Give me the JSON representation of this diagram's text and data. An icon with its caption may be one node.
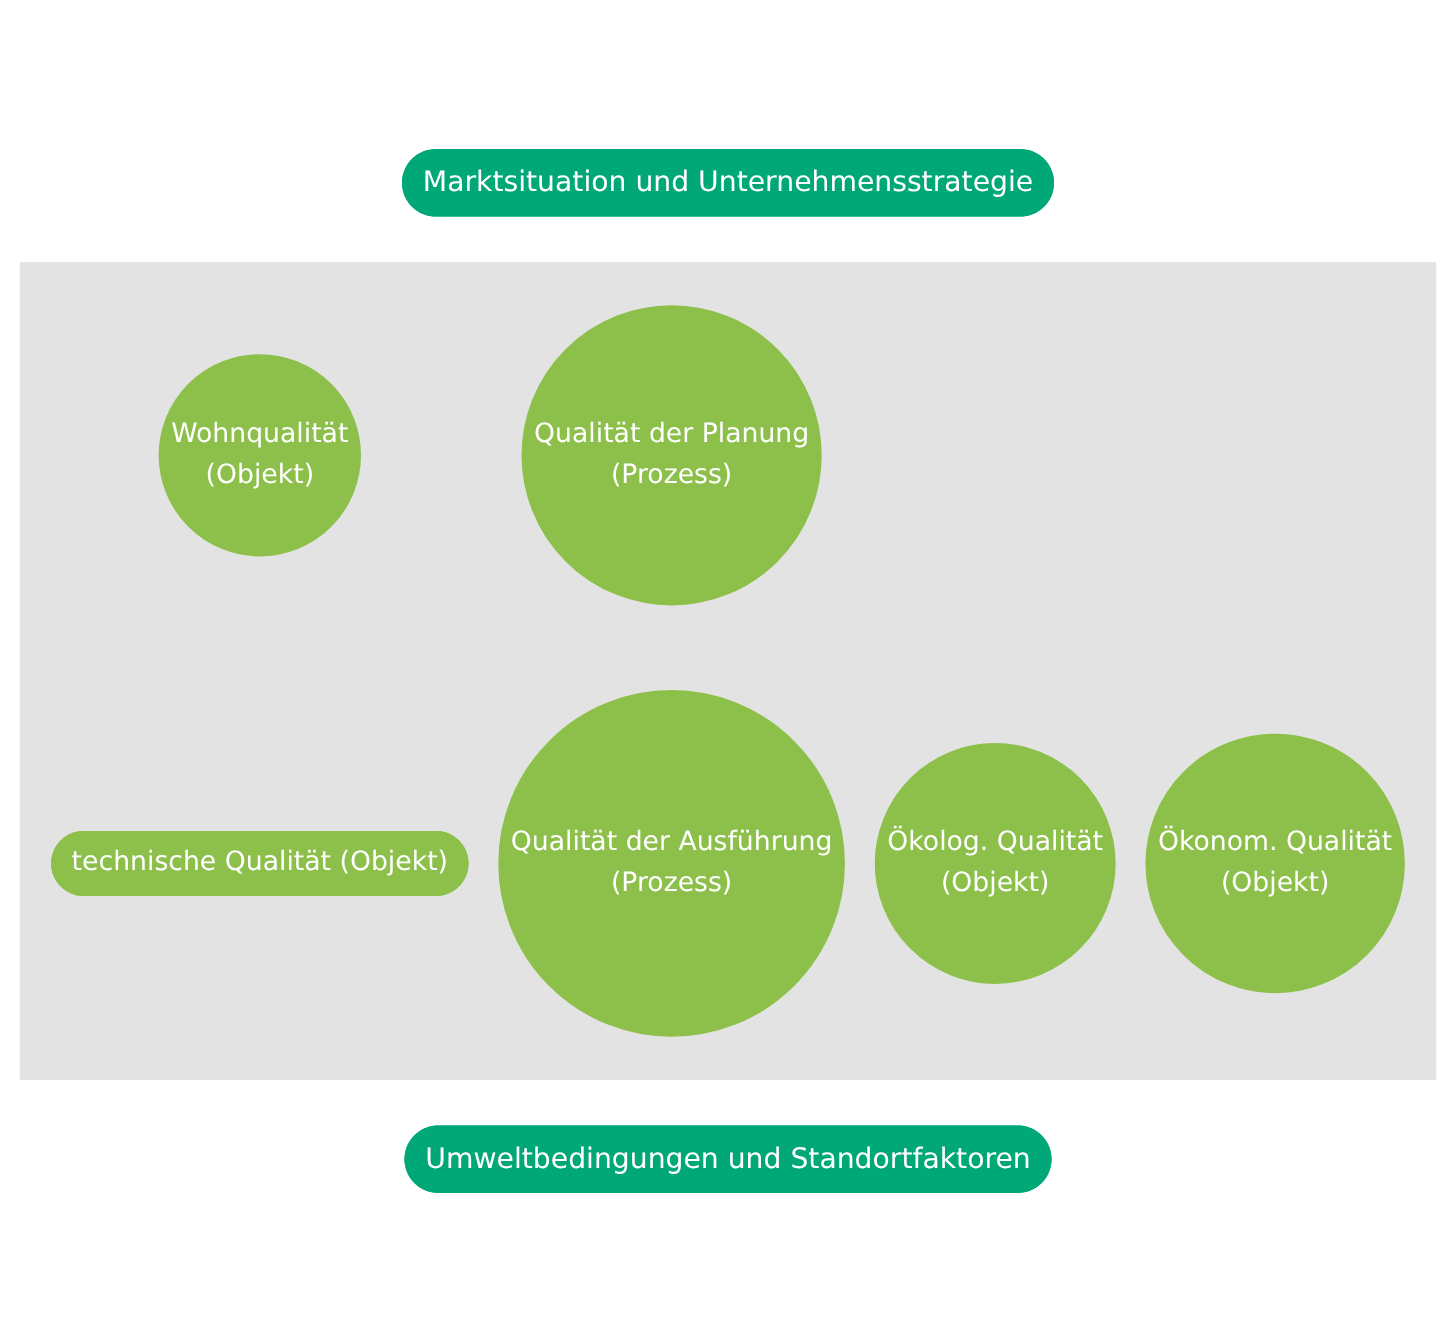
{
  "diagram": {
    "nodes": [
      {
        "text": [
          "Marktsituation und Unternehmensstrategie"
        ]
      },
      {
        "text": [],
        "shape": "box"
      },
      {
        "text": [
          "Wohnqualität",
          "(Objekt)"
        ],
        "in": 1
      },
      {
        "text": [
          "Ökolog. Qualität",
          "(Objekt)"
        ],
        "in": 1
      },
      {
        "text": [
          "Ökonom. Qualität",
          "(Objekt)"
        ],
        "in": 1
      },
      {
        "text": [
          "Qualität der Planung",
          "(Prozess)"
        ],
        "in": 1
      },
      {
        "text": [
          "technische Qualität (Objekt)"
        ],
        "in": 1
      },
      {
        "text": [
          "Qualität der Ausführung",
          "(Prozess)"
        ],
        "in": 1
      },
      {
        "text": [
          "Umweltbedingungen und Standortfaktoren"
        ]
      }
    ],
    "edges": []
  }
}
